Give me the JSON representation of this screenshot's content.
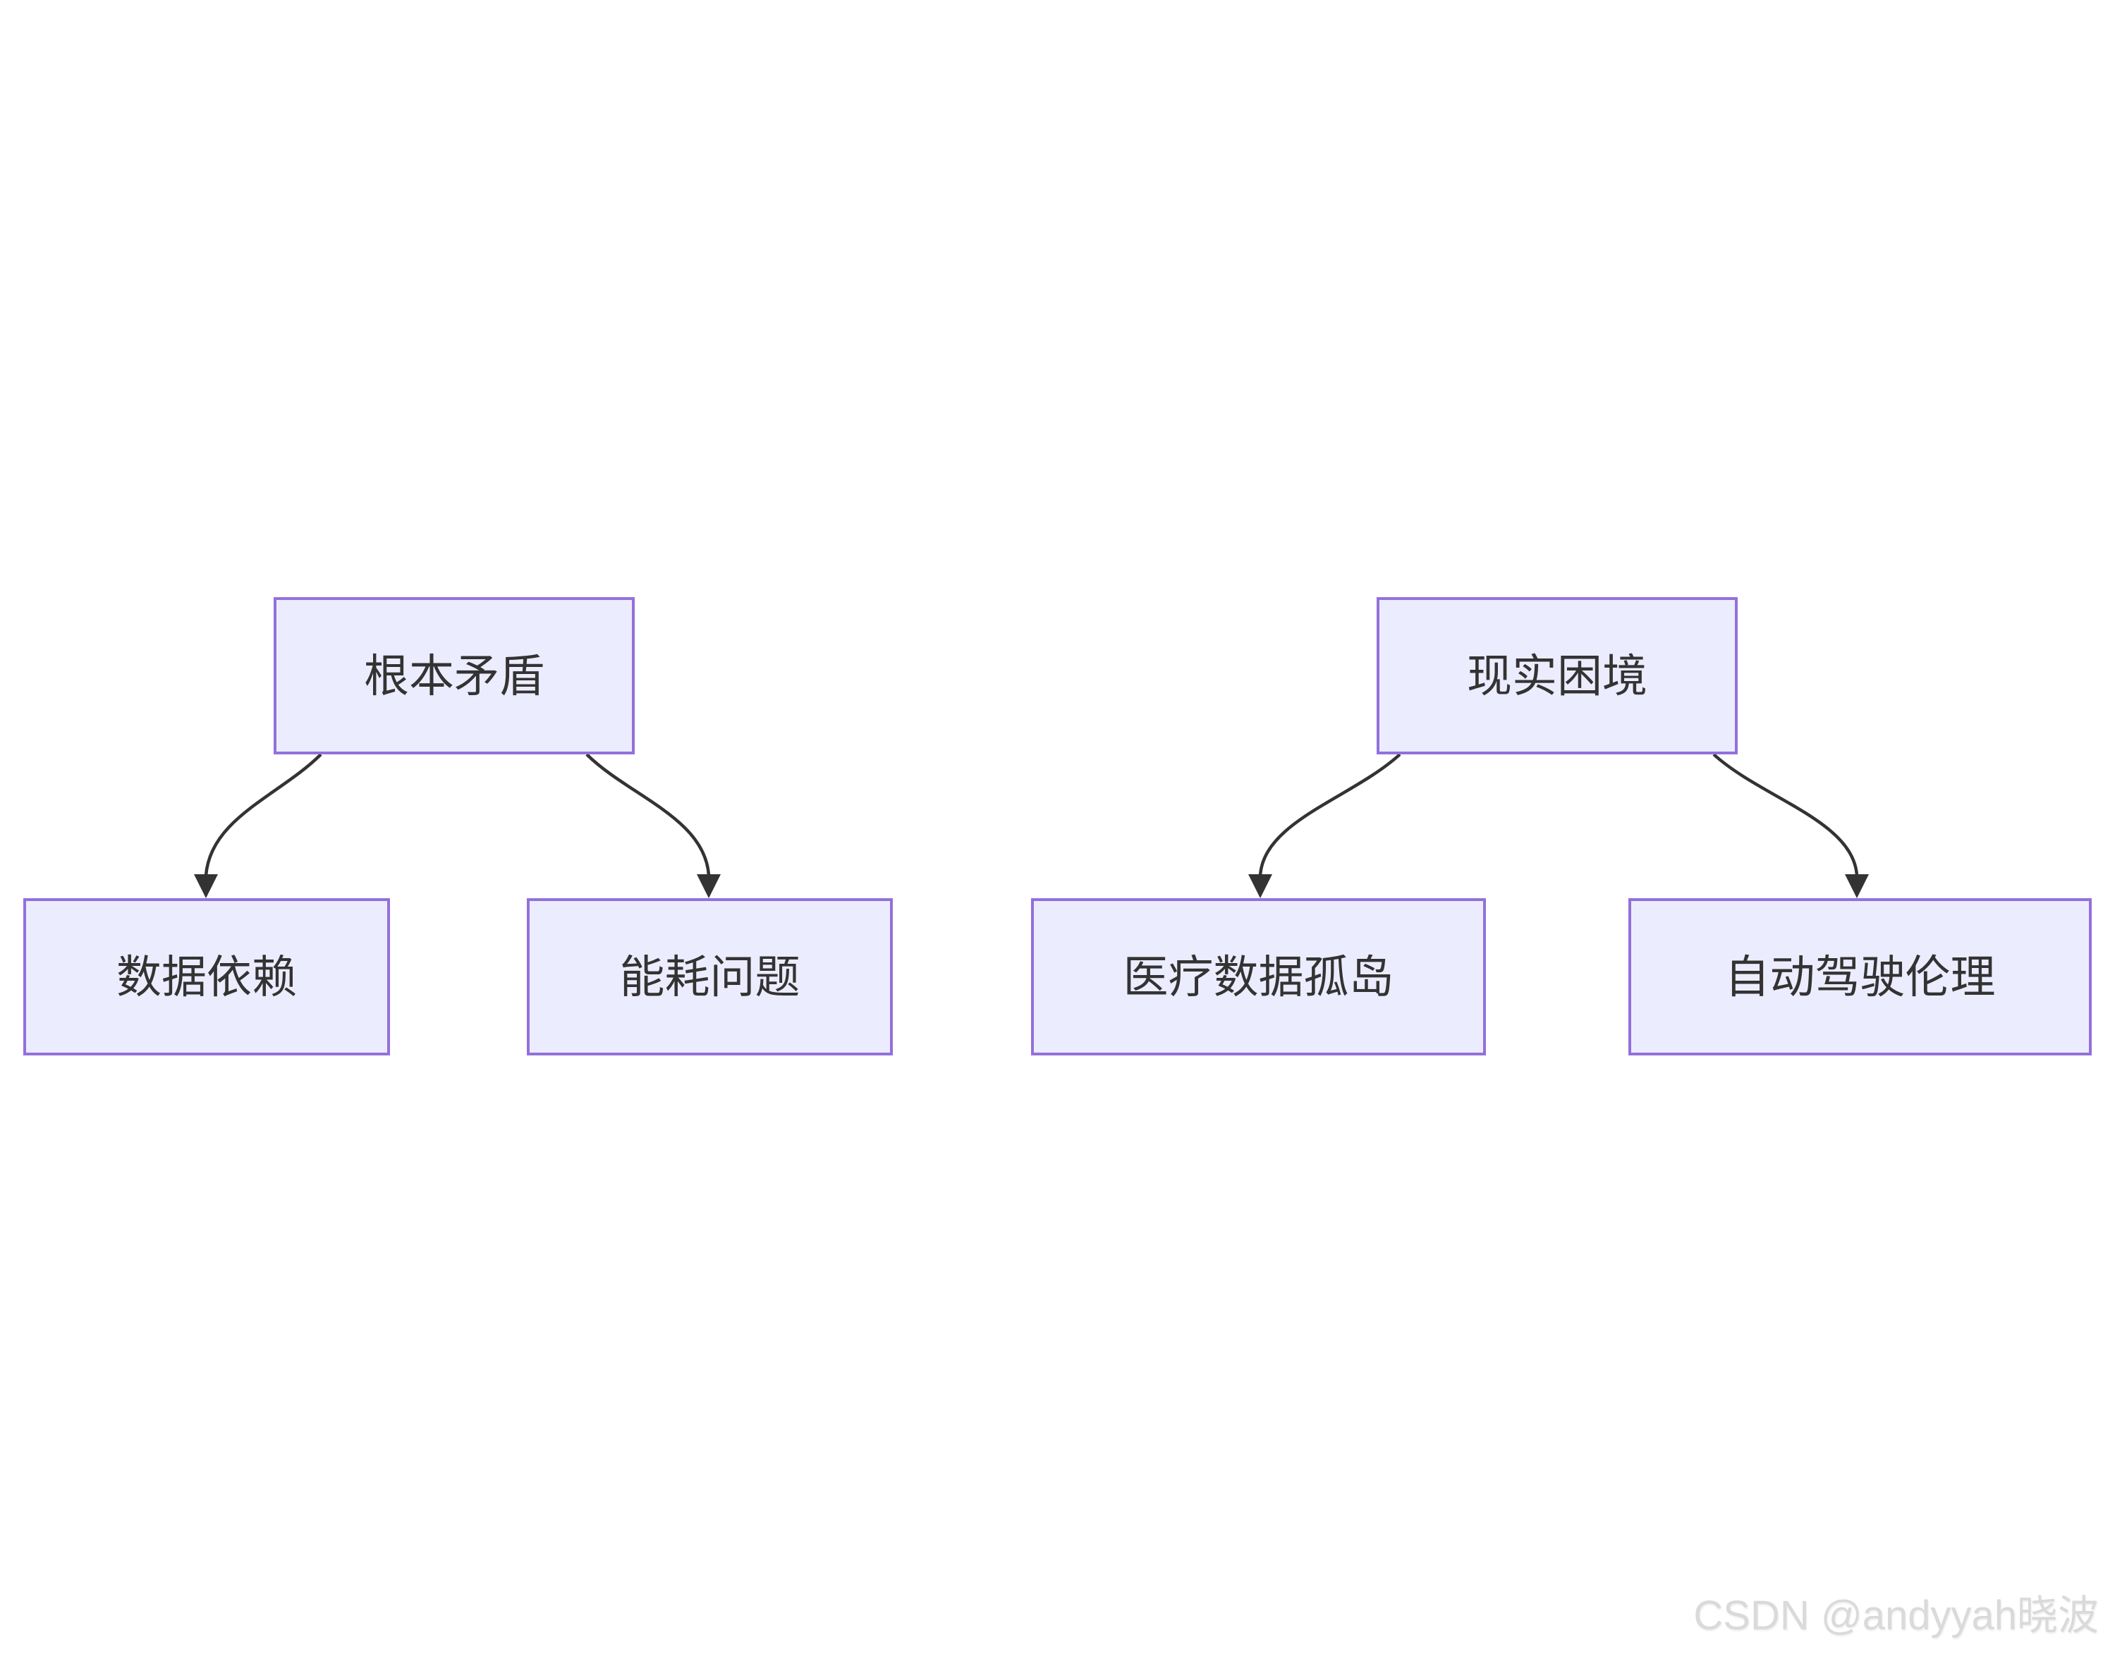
{
  "page": {
    "background_color": "#ffffff"
  },
  "diagram": {
    "type": "flowchart",
    "direction": "top-down",
    "trees": [
      {
        "root": {
          "label": "根本矛盾"
        },
        "children": [
          {
            "label": "数据依赖"
          },
          {
            "label": "能耗问题"
          }
        ]
      },
      {
        "root": {
          "label": "现实困境"
        },
        "children": [
          {
            "label": "医疗数据孤岛"
          },
          {
            "label": "自动驾驶伦理"
          }
        ]
      }
    ],
    "edges": [
      {
        "from": "根本矛盾",
        "to": "数据依赖"
      },
      {
        "from": "根本矛盾",
        "to": "能耗问题"
      },
      {
        "from": "现实困境",
        "to": "医疗数据孤岛"
      },
      {
        "from": "现实困境",
        "to": "自动驾驶伦理"
      }
    ],
    "style": {
      "node_fill": "#ECECFF",
      "node_border": "#9370DB",
      "node_text_color": "#333333",
      "edge_color": "#333333"
    }
  },
  "watermark": {
    "text": "CSDN @andyyah晓波",
    "color": "#dadada"
  }
}
